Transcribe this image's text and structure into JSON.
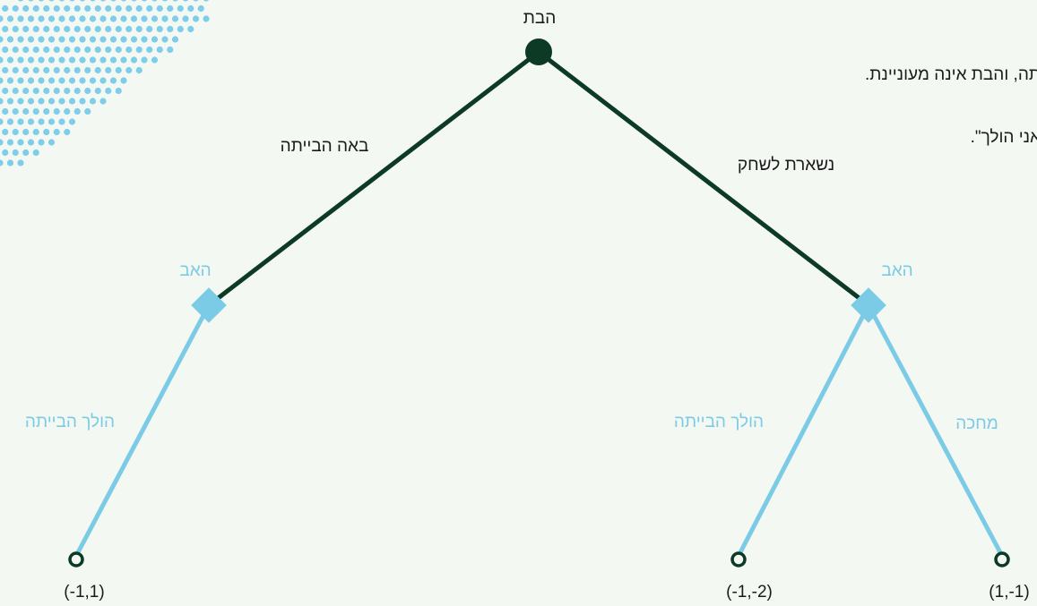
{
  "tree": {
    "root": {
      "player": "הבת"
    },
    "top_branches": {
      "left": {
        "action": "באה הבייתה"
      },
      "right": {
        "action": "נשארת לשחק"
      }
    },
    "father_nodes": {
      "left": {
        "player": "האב"
      },
      "right": {
        "player": "האב"
      }
    },
    "bottom_branches": {
      "left": {
        "action": "הולך הבייתה"
      },
      "right_a": {
        "action": "הולך הבייתה"
      },
      "right_b": {
        "action": "מחכה"
      }
    },
    "payoffs": {
      "left": "(-1,1)",
      "middle": "(-1,-2)",
      "right": "(1,-1)"
    }
  },
  "cut_text": {
    "line1": "תה, והבת אינה מעוניינת.",
    "line2": "אני הולך\"."
  },
  "colors": {
    "background": "#f4f8f2",
    "dark_green": "#0d3a24",
    "light_blue": "#7ccbe6",
    "dot_blue": "#7ecdeb"
  }
}
